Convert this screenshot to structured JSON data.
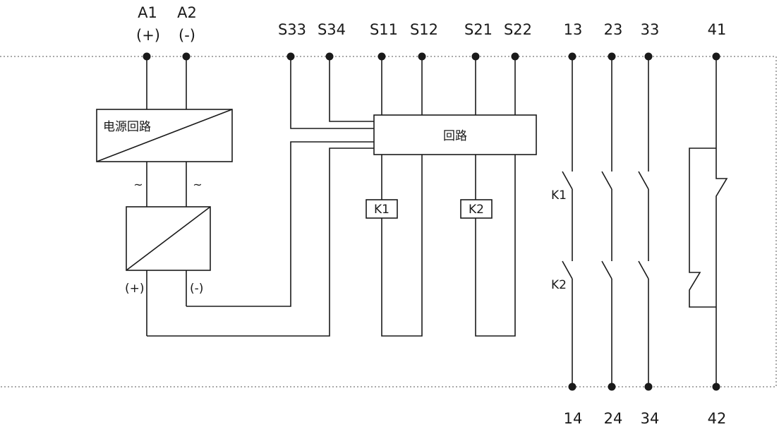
{
  "top_terminals": {
    "a1": "A1",
    "a1_sign": "(+)",
    "a2": "A2",
    "a2_sign": "(-)",
    "s33": "S33",
    "s34": "S34",
    "s11": "S11",
    "s12": "S12",
    "s21": "S21",
    "s22": "S22",
    "t13": "13",
    "t23": "23",
    "t33": "33",
    "t41": "41"
  },
  "bottom_terminals": {
    "t14": "14",
    "t24": "24",
    "t34": "34",
    "t42": "42"
  },
  "blocks": {
    "power_circuit": "电源回路",
    "circuit": "回路",
    "relay_k1": "K1",
    "relay_k2": "K2"
  },
  "labels": {
    "ac_tilde_left": "~",
    "ac_tilde_right": "~",
    "dc_plus": "(+)",
    "dc_minus": "(-)",
    "contact_k1": "K1",
    "contact_k2": "K2"
  },
  "colors": {
    "line": "#1a1a1a",
    "border": "#555555"
  }
}
